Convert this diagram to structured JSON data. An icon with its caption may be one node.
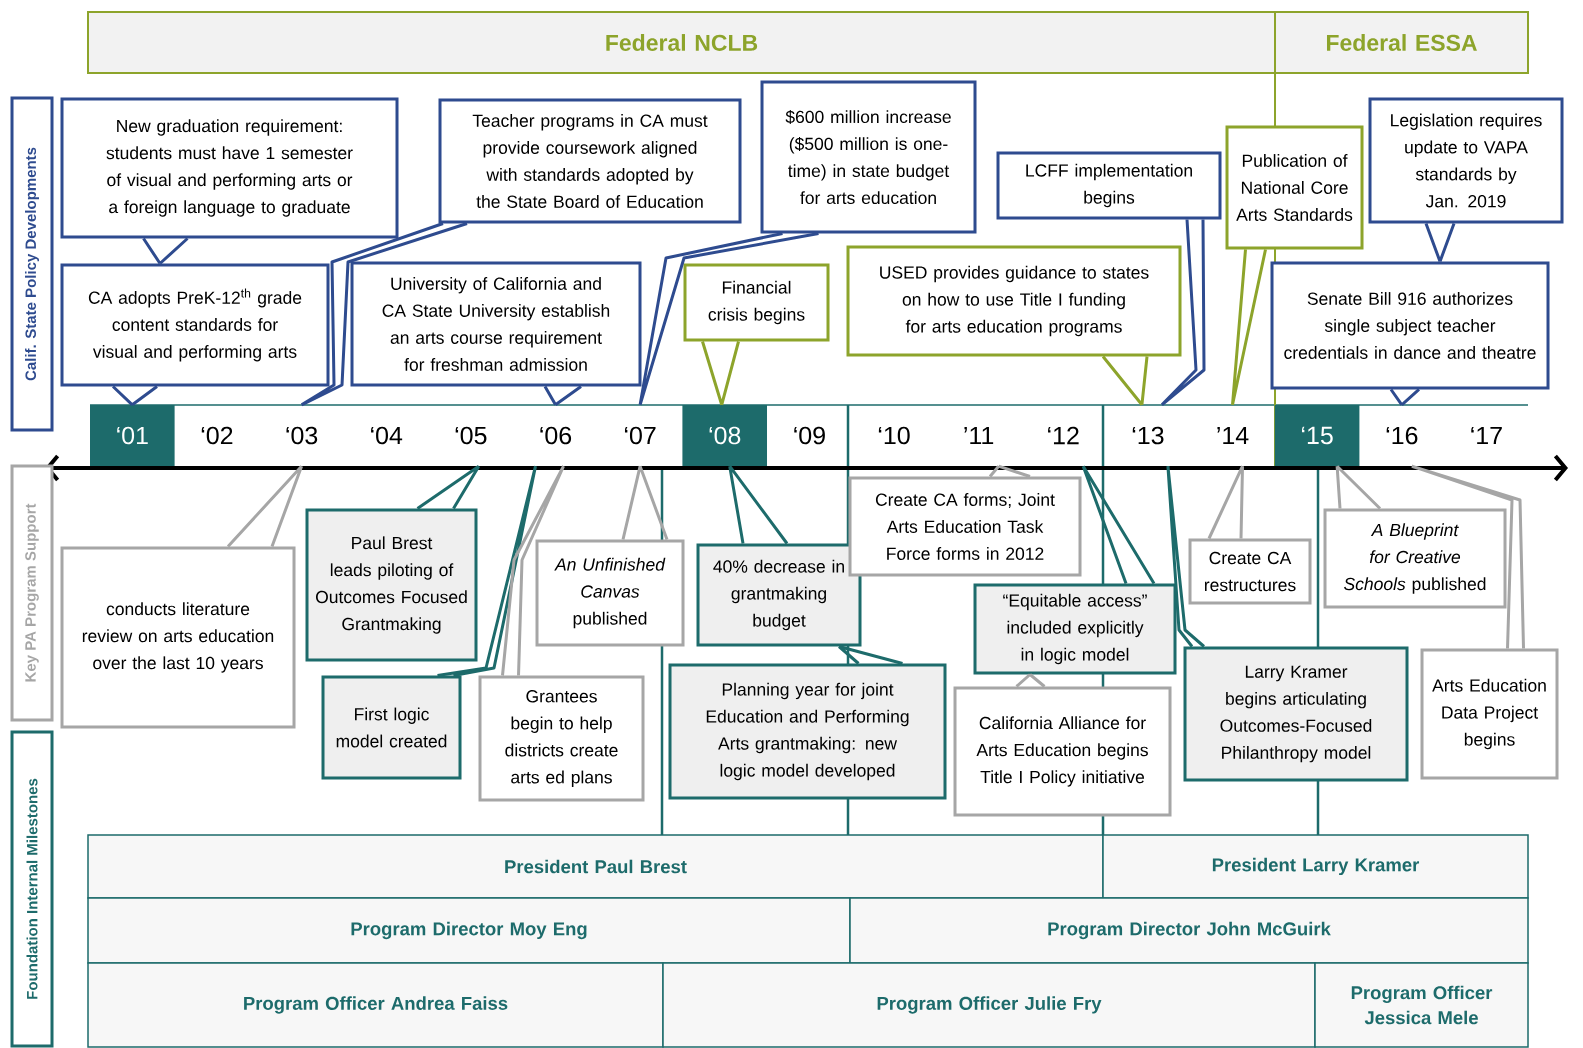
{
  "diagram": {
    "nodes": [
      {
        "text": [
          "Federal NCLB"
        ]
      },
      {
        "text": [
          "Federal ESSA"
        ]
      },
      {
        "text": [
          "Calif. State Policy Developments"
        ]
      },
      {
        "text": [
          "New graduation requirement: students must have 1 semester of visual and performing arts or a foreign language to graduate"
        ]
      },
      {
        "text": [
          "Teacher programs in CA must provide coursework aligned with standards adopted by the State Board of Education"
        ]
      },
      {
        "text": [
          "$600 million increase ($500 million is one-time) in state budget for arts education"
        ]
      },
      {
        "text": [
          "Legislation requires update to VAPA standards by Jan. 2019"
        ]
      },
      {
        "text": [
          "LCFF implementation begins"
        ]
      },
      {
        "text": [
          "Publication of National Core Arts Standards"
        ]
      },
      {
        "text": [
          "CA adopts PreK-12$^{th}$ grade content standards for visual and performing arts"
        ]
      },
      {
        "text": [
          "University of California and CA State University establish an arts course requirement for freshman admission"
        ]
      },
      {
        "text": [
          "Financial crisis begins"
        ]
      },
      {
        "text": [
          "USED provides guidance to states on how to use Title I funding for arts education programs"
        ]
      },
      {
        "text": [
          "Senate Bill 916 authorizes single subject teacher credentials in dance and theatre"
        ]
      },
      {
        "text": [
          "‘01"
        ]
      },
      {
        "text": [
          "‘02"
        ]
      },
      {
        "text": [
          "‘03"
        ]
      },
      {
        "text": [
          "‘04"
        ]
      },
      {
        "text": [
          "‘05"
        ]
      },
      {
        "text": [
          "‘06"
        ]
      },
      {
        "text": [
          "‘07"
        ]
      },
      {
        "text": [
          "‘08"
        ]
      },
      {
        "text": [
          "‘09"
        ]
      },
      {
        "text": [
          "‘10"
        ]
      },
      {
        "text": [
          "’11"
        ]
      },
      {
        "text": [
          "‘12"
        ]
      },
      {
        "text": [
          "‘13"
        ]
      },
      {
        "text": [
          "’14"
        ]
      },
      {
        "text": [
          "‘15"
        ]
      },
      {
        "text": [
          "‘16"
        ]
      },
      {
        "text": [
          "‘17"
        ]
      },
      {
        "text": [
          "Key PA Program Support"
        ]
      },
      {
        "text": [
          "conducts literature review on arts education over the last 10 years"
        ]
      },
      {
        "text": [
          "Paul Brest leads piloting of Outcomes Focused Grantmaking"
        ]
      },
      {
        "text": [
          "*An Unfinished Canvas* published"
        ]
      },
      {
        "text": [
          "40% decrease in grantmaking budget"
        ]
      },
      {
        "text": [
          "Create CA forms; Joint Arts Education Task Force forms in 2012"
        ]
      },
      {
        "text": [
          "Create CA restructures"
        ]
      },
      {
        "text": [
          "*A Blueprint for Creative Schools* published"
        ]
      },
      {
        "text": [
          "First logic model created"
        ]
      },
      {
        "text": [
          "Grantees begin to help districts create arts ed plans"
        ]
      },
      {
        "text": [
          "Planning year for joint Education and Performing Arts grantmaking: new logic model developed"
        ]
      },
      {
        "text": [
          "“Equitable access” included explicitly in logic model"
        ]
      },
      {
        "text": [
          "California Alliance for Arts Education begins Title I Policy initiative"
        ]
      },
      {
        "text": [
          "Larry Kramer begins articulating Outcomes-Focused Philanthropy model"
        ]
      },
      {
        "text": [
          "Arts Education Data Project begins"
        ]
      },
      {
        "text": [
          "Foundation Internal Milestones"
        ]
      },
      {
        "text": [
          "President Paul Brest"
        ]
      },
      {
        "text": [
          "President Larry Kramer"
        ]
      },
      {
        "text": [
          "Program Director Moy Eng"
        ]
      },
      {
        "text": [
          "Program Director John McGuirk"
        ]
      },
      {
        "text": [
          "Program Officer Andrea Faiss"
        ]
      },
      {
        "text": [
          "Program Officer Julie Fry"
        ]
      },
      {
        "text": [
          "Program Officer Jessica Mele"
        ]
      }
    ],
    "edges": [
      {
        "from": 3,
        "to": 9,
        "arrow": "none",
        "color": "#2e4b8f"
      },
      {
        "from": 9,
        "to": 14,
        "arrow": "none",
        "color": "#2e4b8f"
      },
      {
        "from": 4,
        "to": 16,
        "arrow": "none",
        "color": "#2e4b8f"
      },
      {
        "from": 10,
        "to": 19,
        "arrow": "none",
        "color": "#2e4b8f"
      },
      {
        "from": 5,
        "to": 20,
        "arrow": "none",
        "color": "#2e4b8f"
      },
      {
        "from": 11,
        "to": 21,
        "arrow": "none",
        "color": "#8da42b"
      },
      {
        "from": 7,
        "to": 26,
        "arrow": "none",
        "color": "#2e4b8f"
      },
      {
        "from": 12,
        "to": 26,
        "arrow": "none",
        "color": "#8da42b"
      },
      {
        "from": 8,
        "to": 27,
        "arrow": "none",
        "color": "#8da42b"
      },
      {
        "from": 6,
        "to": 13,
        "arrow": "none",
        "color": "#2e4b8f"
      },
      {
        "from": 13,
        "to": 29,
        "arrow": "none",
        "color": "#2e4b8f"
      },
      {
        "from": 32,
        "to": 16,
        "arrow": "none",
        "color": "#a6a6a6"
      },
      {
        "from": 33,
        "to": 18,
        "arrow": "none",
        "color": "#1d6b6b"
      },
      {
        "from": 39,
        "to": 19,
        "arrow": "none",
        "color": "#1d6b6b"
      },
      {
        "from": 34,
        "to": 20,
        "arrow": "none",
        "color": "#a6a6a6"
      },
      {
        "from": 40,
        "to": 19,
        "arrow": "none",
        "color": "#a6a6a6"
      },
      {
        "from": 35,
        "to": 21,
        "arrow": "none",
        "color": "#1d6b6b"
      },
      {
        "from": 41,
        "to": 35,
        "arrow": "none",
        "color": "#1d6b6b"
      },
      {
        "from": 36,
        "to": 24,
        "arrow": "none",
        "color": "#a6a6a6"
      },
      {
        "from": 42,
        "to": 25,
        "arrow": "none",
        "color": "#1d6b6b"
      },
      {
        "from": 43,
        "to": 42,
        "arrow": "none",
        "color": "#a6a6a6"
      },
      {
        "from": 37,
        "to": 27,
        "arrow": "none",
        "color": "#a6a6a6"
      },
      {
        "from": 44,
        "to": 26,
        "arrow": "none",
        "color": "#1d6b6b"
      },
      {
        "from": 38,
        "to": 28,
        "arrow": "none",
        "color": "#a6a6a6"
      },
      {
        "from": 45,
        "to": 29,
        "arrow": "none",
        "color": "#a6a6a6"
      }
    ]
  }
}
